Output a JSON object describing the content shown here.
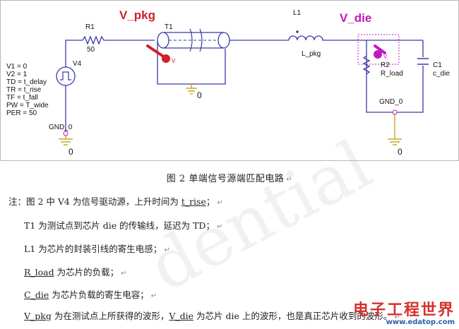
{
  "schematic": {
    "node_label_pkg": "V_pkg",
    "node_label_die": "V_die",
    "r1_name": "R1",
    "r1_value": "50",
    "t1_name": "T1",
    "l1_name": "L1",
    "l1_value": "L_pkg",
    "r2_name": "R2",
    "r2_value": "R_load",
    "c1_name": "C1",
    "c1_value": "c_die",
    "source_name": "V4",
    "source_params": [
      "V1 = 0",
      "V2 = 1",
      "TD = t_delay",
      "TR = t_rise",
      "TF = t_fall",
      "PW = T_wide",
      "PER = 50"
    ],
    "gnd_labels": [
      "GND_0",
      "GND_0"
    ],
    "ground_zero": "0",
    "probe_mark": "V",
    "colors": {
      "wire": "#3a3aa8",
      "pkg": "#d0202a",
      "die": "#c018c0",
      "gnd": "#c8a820"
    }
  },
  "caption": "图 2  单端信号源端匹配电路",
  "notes": {
    "line1": {
      "prefix": "注：图 2 中 V4 为信号驱动源，上升时间为 ",
      "term": "t_rise",
      "suffix": "；"
    },
    "line2": "T1 为测试点到芯片 die 的传输线，延迟为 TD；",
    "line3": "L1 为芯片的封装引线的寄生电感；",
    "line4": {
      "term": "R_load",
      "suffix": " 为芯片的负载；"
    },
    "line5": {
      "term": "C_die",
      "suffix": " 为芯片负载的寄生电容；"
    },
    "line6": {
      "term1": "V_pkg",
      "mid": " 为在测试点上所获得的波形，",
      "term2": "V_die",
      "suffix": " 为芯片 die 上的波形，也是真正芯片收到的波形。"
    }
  },
  "paragraph_mark": "↵",
  "watermark": "dential",
  "logo": {
    "cn": "电子工程世界",
    "url": "www.edatop.com"
  }
}
